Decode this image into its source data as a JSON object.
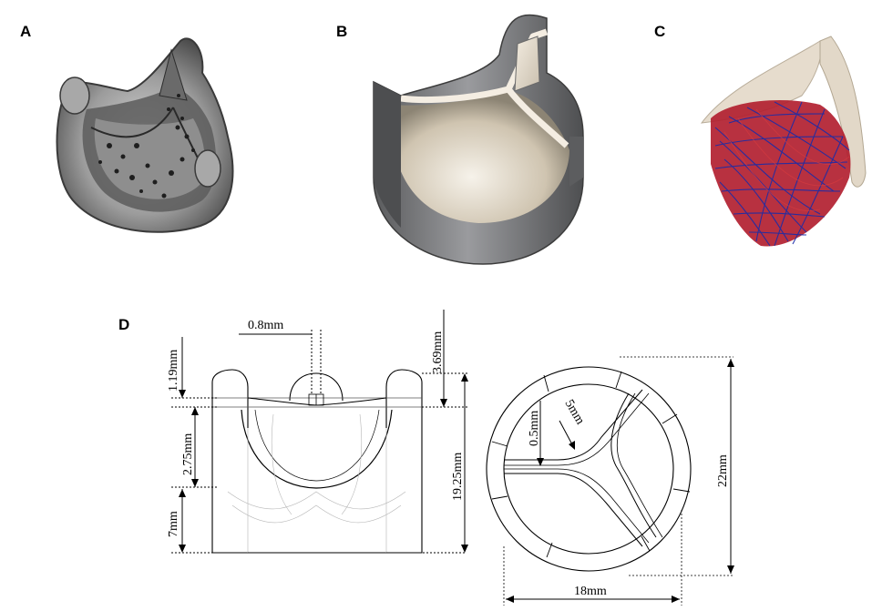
{
  "panels": {
    "a": {
      "label": "A"
    },
    "b": {
      "label": "B"
    },
    "c": {
      "label": "C"
    },
    "d": {
      "label": "D"
    }
  },
  "dimensions": {
    "gap": "0.8mm",
    "post_tip": "3.69mm",
    "top_band": "1.19mm",
    "sinus": "2.75mm",
    "total_height": "19.25mm",
    "base": "7mm",
    "leaflet_thickness": "0.5mm",
    "fillet_radius": "5mm",
    "outer_diameter": "22mm",
    "inner_diameter": "18mm"
  },
  "colors": {
    "tissue": "#8a8a8a",
    "stent_gray": "#6f7072",
    "leaflet_cream": "#e8e0d0",
    "fiber_red": "#c0202a",
    "fiber_blue": "#1a2ca8"
  }
}
